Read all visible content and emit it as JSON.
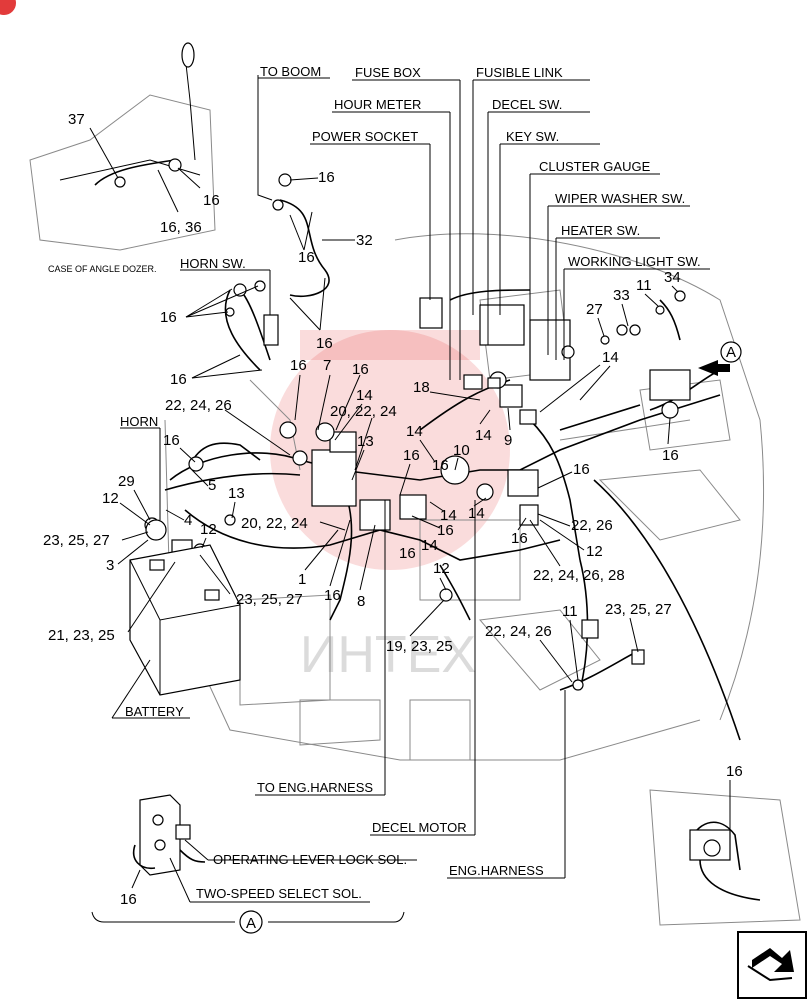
{
  "accent_color": "#e23b3b",
  "watermark_text": "ИНТЕХ",
  "callouts": {
    "to_boom": "TO BOOM",
    "fuse_box": "FUSE BOX",
    "fusible_link": "FUSIBLE LINK",
    "hour_meter": "HOUR METER",
    "decel_sw": "DECEL SW.",
    "power_socket": "POWER SOCKET",
    "key_sw": "KEY SW.",
    "cluster_gauge": "CLUSTER GAUGE",
    "wiper_washer_sw": "WIPER WASHER SW.",
    "heater_sw": "HEATER SW.",
    "working_light_sw": "WORKING LIGHT SW.",
    "horn_sw": "HORN SW.",
    "horn": "HORN",
    "battery": "BATTERY",
    "to_eng_harness": "TO ENG.HARNESS",
    "decel_motor": "DECEL MOTOR",
    "eng_harness": "ENG.HARNESS",
    "operating_lever_lock_sol": "OPERATING LEVER LOCK SOL.",
    "two_speed_select_sol": "TWO-SPEED SELECT SOL.",
    "case_angle_dozer": "CASE OF ANGLE DOZER."
  },
  "view_marker": "A",
  "part_numbers": {
    "n37": "37",
    "n16_a": "16",
    "n16_36": "16, 36",
    "n16_boom": "16",
    "n16_b": "16",
    "n32": "32",
    "n16_c": "16",
    "n16_horn": "16",
    "n16_d": "16",
    "n16_e": "16",
    "n7": "7",
    "n16_f": "16",
    "n22_24_26_a": "22, 24, 26",
    "n14_a": "14",
    "n20_22_24_a": "20, 22, 24",
    "n13_a": "13",
    "n18": "18",
    "n14_b": "14",
    "n14_c": "14",
    "n9": "9",
    "n10": "10",
    "n16_g": "16",
    "n16_h": "16",
    "n14_d": "14",
    "n27": "27",
    "n33": "33",
    "n11_a": "11",
    "n34": "34",
    "n14_e": "14",
    "n16_i": "16",
    "n16_j": "16",
    "n29": "29",
    "n5": "5",
    "n13_b": "13",
    "n12_a": "12",
    "n4": "4",
    "n12_b": "12",
    "n23_25_27_a": "23, 25, 27",
    "n3": "3",
    "n20_22_24_b": "20, 22, 24",
    "n1": "1",
    "n23_25_27_b": "23, 25, 27",
    "n16_k": "16",
    "n8": "8",
    "n16_l": "16",
    "n14_f": "14",
    "n16_m": "16",
    "n16_n": "16",
    "n14_g": "14",
    "n16_o": "16",
    "n22_26": "22, 26",
    "n12_c": "12",
    "n22_24_26_28": "22, 24, 26, 28",
    "n12_d": "12",
    "n21_23_25": "21, 23, 25",
    "n19_23_25": "19, 23, 25",
    "n22_24_26_b": "22, 24, 26",
    "n11_b": "11",
    "n23_25_27_c": "23, 25, 27",
    "n16_detail": "16",
    "n16_sol": "16"
  }
}
